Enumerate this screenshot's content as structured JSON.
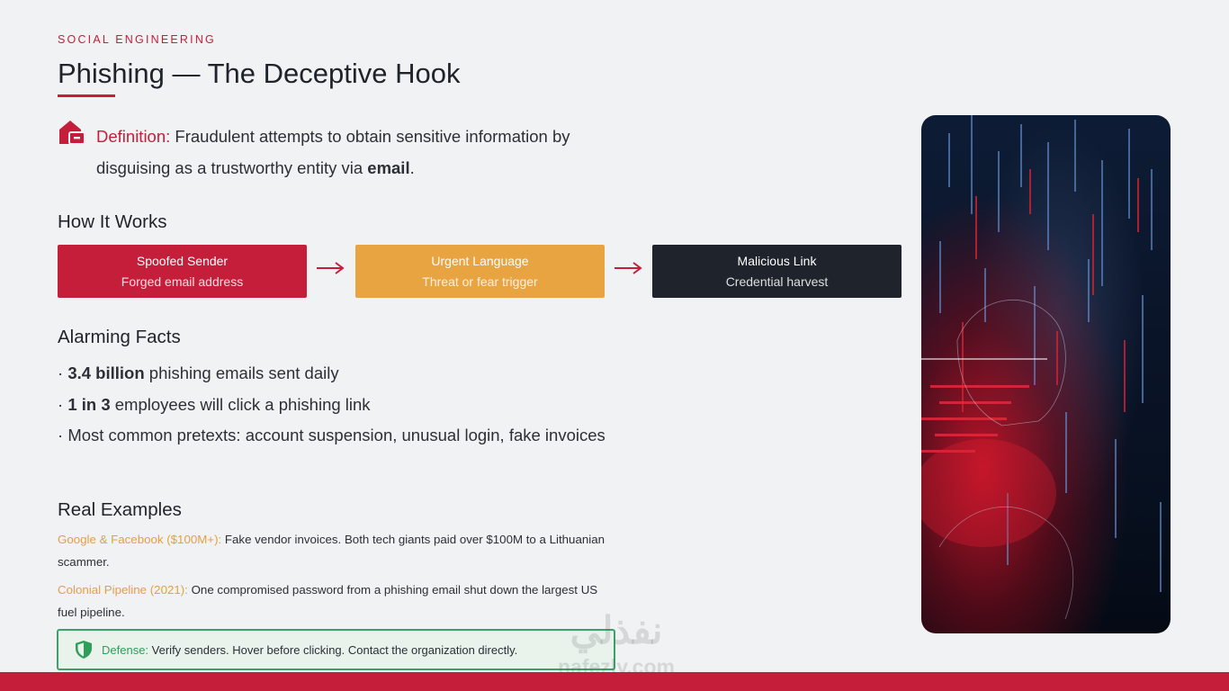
{
  "eyebrow": "SOCIAL ENGINEERING",
  "title": "Phishing — The Deceptive Hook",
  "definition": {
    "label": "Definition:",
    "text_before": "Fraudulent attempts to obtain sensitive information by disguising as a trustworthy entity via",
    "emphasis": "email",
    "text_after": "."
  },
  "how_it_works": {
    "heading": "How It Works",
    "steps": [
      {
        "title": "Spoofed Sender",
        "subtitle": "Forged email address"
      },
      {
        "title": "Urgent Language",
        "subtitle": "Threat or fear trigger"
      },
      {
        "title": "Malicious Link",
        "subtitle": "Credential harvest"
      }
    ]
  },
  "facts": {
    "heading": "Alarming Facts",
    "items": [
      {
        "bullet": "·",
        "bold": "3.4 billion",
        "text": "phishing emails sent daily"
      },
      {
        "bullet": "·",
        "bold": "1 in 3",
        "text": "employees will click a phishing link"
      },
      {
        "bullet": "·",
        "bold": "",
        "text": "Most common pretexts: account suspension, unusual login, fake invoices"
      }
    ]
  },
  "examples": {
    "heading": "Real Examples",
    "items": [
      {
        "label": "Google & Facebook ($100M+):",
        "text": "Fake vendor invoices. Both tech giants paid over $100M to a Lithuanian scammer."
      },
      {
        "label": "Colonial Pipeline (2021):",
        "text": "One compromised password from a phishing email shut down the largest US fuel pipeline."
      }
    ]
  },
  "defense": {
    "label": "Defense:",
    "text": "Verify senders. Hover before clicking. Contact the organization directly."
  },
  "watermark": {
    "arabic": "نفذلي",
    "latin": "nafezly.com"
  },
  "icons": {
    "definition": "house-lock-icon",
    "arrow": "arrow-right-icon",
    "defense": "shield-icon",
    "photo": "hacker-binary-image"
  },
  "colors": {
    "accent_red": "#c41e3a",
    "accent_orange": "#e8a441",
    "dark": "#1f232b",
    "success_green": "#3aa169",
    "background": "#f1f2f3"
  }
}
